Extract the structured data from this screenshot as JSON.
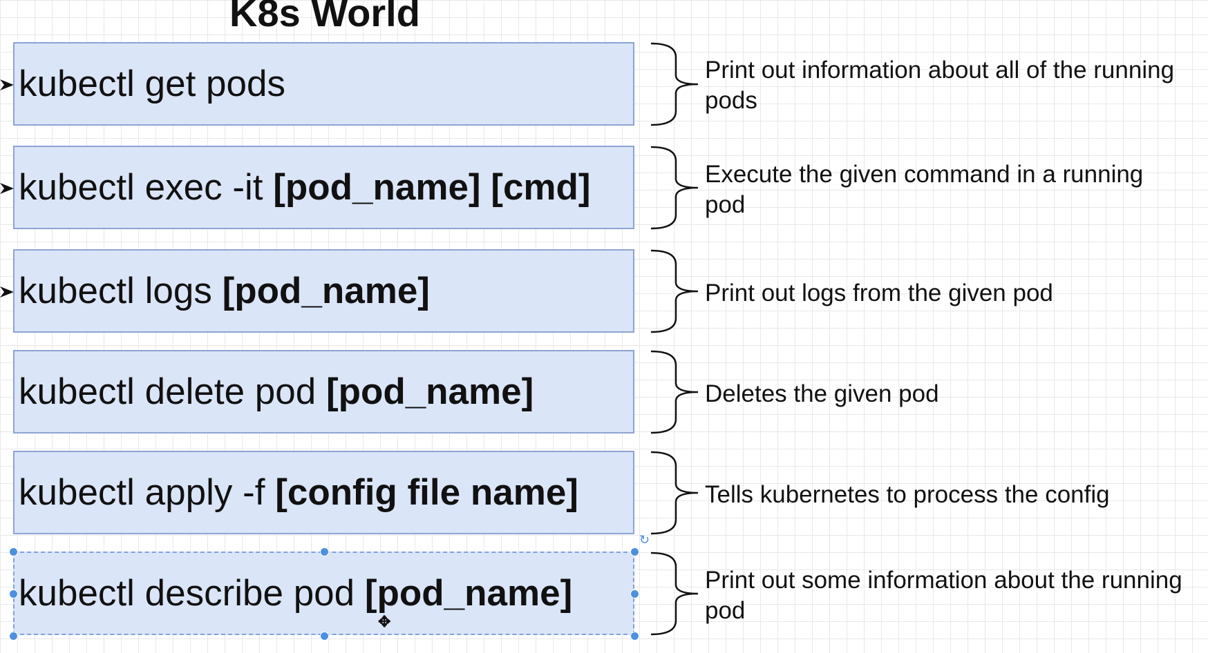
{
  "diagram": {
    "title": "K8s World",
    "rows": [
      {
        "command": "kubectl get pods",
        "argument": "",
        "description": "Print out information about all of the running pods"
      },
      {
        "command": "kubectl exec -it ",
        "argument": "[pod_name] [cmd]",
        "description": "Execute the given command in a running pod"
      },
      {
        "command": "kubectl logs ",
        "argument": "[pod_name]",
        "description": "Print out logs from the given pod"
      },
      {
        "command": "kubectl delete pod ",
        "argument": "[pod_name]",
        "description": "Deletes the given pod"
      },
      {
        "command": "kubectl apply -f ",
        "argument": "[config file name]",
        "description": "Tells kubernetes to process the config"
      },
      {
        "command": "kubectl describe pod ",
        "argument": "[pod_name]",
        "description": "Print out some information about the running pod"
      }
    ]
  },
  "colors": {
    "box_fill": "#dbe5f8",
    "box_border": "#8ca4d4",
    "selection": "#4d90e0",
    "grid": "#e8e8e8"
  },
  "icons": {
    "rotate_handle": "rotate-icon",
    "move_cursor": "move-cursor-icon",
    "connector_arrow": "arrow-right-icon",
    "brace": "curly-brace-icon"
  }
}
